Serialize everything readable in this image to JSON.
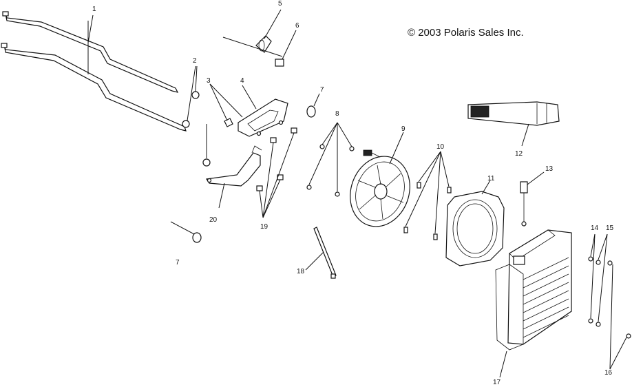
{
  "copyright": "© 2003 Polaris Sales Inc.",
  "callouts": {
    "c1": "1",
    "c2": "2",
    "c3": "3",
    "c4": "4",
    "c5": "5",
    "c6": "6",
    "c7a": "7",
    "c7b": "7",
    "c8": "8",
    "c9": "9",
    "c10": "10",
    "c11": "11",
    "c12": "12",
    "c13": "13",
    "c14": "14",
    "c15": "15",
    "c16": "16",
    "c17": "17",
    "c18": "18",
    "c19": "19",
    "c20": "20"
  }
}
